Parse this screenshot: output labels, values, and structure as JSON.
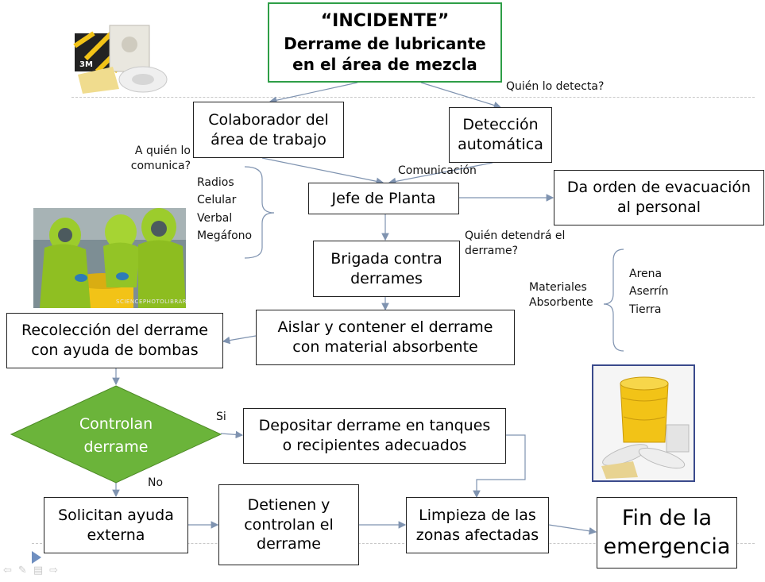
{
  "title": {
    "line1": "“INCIDENTE”",
    "line2": "Derrame de lubricante",
    "line3": "en el área de mezcla"
  },
  "nodes": {
    "colaborador": "Colaborador del\nárea de trabajo",
    "deteccion": "Detección\nautomática",
    "jefe": "Jefe de Planta",
    "evacuacion": "Da orden de evacuación\nal personal",
    "brigada": "Brigada contra\nderrames",
    "aislar": "Aislar y contener el derrame\ncon material absorbente",
    "recoleccion": "Recolección del derrame\ncon ayuda de bombas",
    "controlan": "Controlan\nderrame",
    "depositar": "Depositar derrame en tanques\no recipientes adecuados",
    "solicitan": "Solicitan ayuda\nexterna",
    "detienen": "Detienen y\ncontrolan el\nderrame",
    "limpieza": "Limpieza de las\nzonas afectadas",
    "fin": "Fin de la\nemergencia"
  },
  "labels": {
    "quien_detecta": "Quién lo detecta?",
    "a_quien": "A quién lo\ncomunica?",
    "medios": "Radios\nCelular\nVerbal\nMegáfono",
    "comunicacion": "Comunicación",
    "quien_detendra": "Quién detendrá el\nderrame?",
    "materiales": "Materiales\nAbsorbente",
    "materiales_lista": "Arena\nAserrín\nTierra",
    "si": "Si",
    "no": "No",
    "photo_credit": "SCIENCEPHOTOLIBRARY",
    "kit_brand": "3M"
  },
  "colors": {
    "title_border": "#2e9e47",
    "decision_fill": "#6bb43a",
    "decision_text": "#ffffff",
    "connector": "#7f93b0",
    "suit_green": "#9ccc2c",
    "drum_yellow": "#f2c317"
  }
}
